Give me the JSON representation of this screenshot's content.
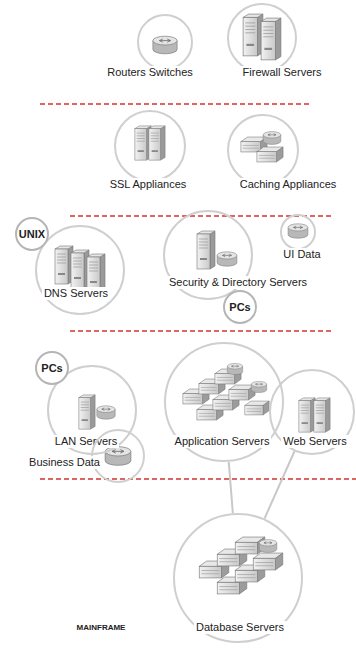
{
  "diagram": {
    "nodes": [
      {
        "text": [
          "Routers Switches"
        ]
      },
      {
        "text": [
          "Firewall Servers"
        ]
      },
      {
        "text": [
          "SSL Appliances"
        ]
      },
      {
        "text": [
          "Caching Appliances"
        ]
      },
      {
        "text": [
          "UNIX"
        ]
      },
      {
        "text": [
          "DNS Servers"
        ]
      },
      {
        "text": [
          "Security & Directory Servers"
        ]
      },
      {
        "text": [
          "UI Data"
        ]
      },
      {
        "text": [
          "PCs"
        ]
      },
      {
        "text": [
          "PCs"
        ]
      },
      {
        "text": [
          "LAN Servers"
        ]
      },
      {
        "text": [
          "Application Servers"
        ]
      },
      {
        "text": [
          "Web Servers"
        ]
      },
      {
        "text": [
          "Business Data"
        ]
      },
      {
        "text": [
          "Database Servers"
        ]
      }
    ],
    "edges": [
      {
        "from": 11,
        "to": 14,
        "arrow": "none"
      },
      {
        "from": 12,
        "to": 14,
        "arrow": "none"
      }
    ],
    "labels": [
      "MAINFRAME"
    ]
  }
}
